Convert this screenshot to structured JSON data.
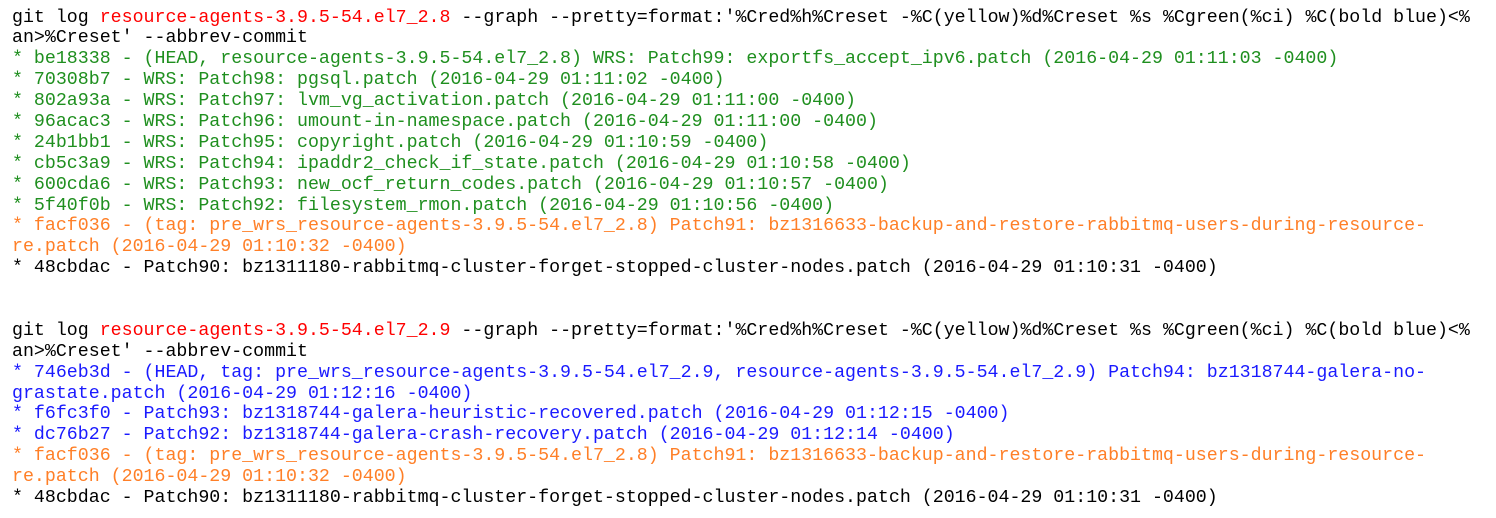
{
  "colors": {
    "default": "#000000",
    "red": "#ff0000",
    "green": "#1f8f1f",
    "orange": "#ff7f27",
    "blue": "#1a1aff"
  },
  "lines": [
    {
      "segments": [
        {
          "text": "git log ",
          "color": "default"
        },
        {
          "text": "resource-agents-3.9.5-54.el7_2.8",
          "color": "red"
        },
        {
          "text": " --graph --pretty=format:'%Cred%h%Creset -%C(yellow)%d%Creset %s %Cgreen(%ci) %C(bold blue)<%",
          "color": "default"
        }
      ]
    },
    {
      "segments": [
        {
          "text": "an>%Creset' --abbrev-commit",
          "color": "default"
        }
      ]
    },
    {
      "segments": [
        {
          "text": "* be18338 - (HEAD, resource-agents-3.9.5-54.el7_2.8) WRS: Patch99: exportfs_accept_ipv6.patch (2016-04-29 01:11:03 -0400)",
          "color": "green"
        }
      ]
    },
    {
      "segments": [
        {
          "text": "* 70308b7 - WRS: Patch98: pgsql.patch (2016-04-29 01:11:02 -0400)",
          "color": "green"
        }
      ]
    },
    {
      "segments": [
        {
          "text": "* 802a93a - WRS: Patch97: lvm_vg_activation.patch (2016-04-29 01:11:00 -0400)",
          "color": "green"
        }
      ]
    },
    {
      "segments": [
        {
          "text": "* 96acac3 - WRS: Patch96: umount-in-namespace.patch (2016-04-29 01:11:00 -0400)",
          "color": "green"
        }
      ]
    },
    {
      "segments": [
        {
          "text": "* 24b1bb1 - WRS: Patch95: copyright.patch (2016-04-29 01:10:59 -0400)",
          "color": "green"
        }
      ]
    },
    {
      "segments": [
        {
          "text": "* cb5c3a9 - WRS: Patch94: ipaddr2_check_if_state.patch (2016-04-29 01:10:58 -0400)",
          "color": "green"
        }
      ]
    },
    {
      "segments": [
        {
          "text": "* 600cda6 - WRS: Patch93: new_ocf_return_codes.patch (2016-04-29 01:10:57 -0400)",
          "color": "green"
        }
      ]
    },
    {
      "segments": [
        {
          "text": "* 5f40f0b - WRS: Patch92: filesystem_rmon.patch (2016-04-29 01:10:56 -0400)",
          "color": "green"
        }
      ]
    },
    {
      "segments": [
        {
          "text": "* facf036 - (tag: pre_wrs_resource-agents-3.9.5-54.el7_2.8) Patch91: bz1316633-backup-and-restore-rabbitmq-users-during-resource-",
          "color": "orange"
        }
      ]
    },
    {
      "segments": [
        {
          "text": "re.patch (2016-04-29 01:10:32 -0400)",
          "color": "orange"
        }
      ]
    },
    {
      "segments": [
        {
          "text": "* 48cbdac - Patch90: bz1311180-rabbitmq-cluster-forget-stopped-cluster-nodes.patch (2016-04-29 01:10:31 -0400)",
          "color": "default"
        }
      ]
    },
    {
      "segments": [
        {
          "text": "",
          "color": "default"
        }
      ]
    },
    {
      "segments": [
        {
          "text": "",
          "color": "default"
        }
      ]
    },
    {
      "segments": [
        {
          "text": "git log ",
          "color": "default"
        },
        {
          "text": "resource-agents-3.9.5-54.el7_2.9",
          "color": "red"
        },
        {
          "text": " --graph --pretty=format:'%Cred%h%Creset -%C(yellow)%d%Creset %s %Cgreen(%ci) %C(bold blue)<%",
          "color": "default"
        }
      ]
    },
    {
      "segments": [
        {
          "text": "an>%Creset' --abbrev-commit",
          "color": "default"
        }
      ]
    },
    {
      "segments": [
        {
          "text": "* 746eb3d - (HEAD, tag: pre_wrs_resource-agents-3.9.5-54.el7_2.9, resource-agents-3.9.5-54.el7_2.9) Patch94: bz1318744-galera-no-",
          "color": "blue"
        }
      ]
    },
    {
      "segments": [
        {
          "text": "grastate.patch (2016-04-29 01:12:16 -0400)",
          "color": "blue"
        }
      ]
    },
    {
      "segments": [
        {
          "text": "* f6fc3f0 - Patch93: bz1318744-galera-heuristic-recovered.patch (2016-04-29 01:12:15 -0400)",
          "color": "blue"
        }
      ]
    },
    {
      "segments": [
        {
          "text": "* dc76b27 - Patch92: bz1318744-galera-crash-recovery.patch (2016-04-29 01:12:14 -0400)",
          "color": "blue"
        }
      ]
    },
    {
      "segments": [
        {
          "text": "* facf036 - (tag: pre_wrs_resource-agents-3.9.5-54.el7_2.8) Patch91: bz1316633-backup-and-restore-rabbitmq-users-during-resource-",
          "color": "orange"
        }
      ]
    },
    {
      "segments": [
        {
          "text": "re.patch (2016-04-29 01:10:32 -0400)",
          "color": "orange"
        }
      ]
    },
    {
      "segments": [
        {
          "text": "* 48cbdac - Patch90: bz1311180-rabbitmq-cluster-forget-stopped-cluster-nodes.patch (2016-04-29 01:10:31 -0400)",
          "color": "default"
        }
      ]
    }
  ]
}
